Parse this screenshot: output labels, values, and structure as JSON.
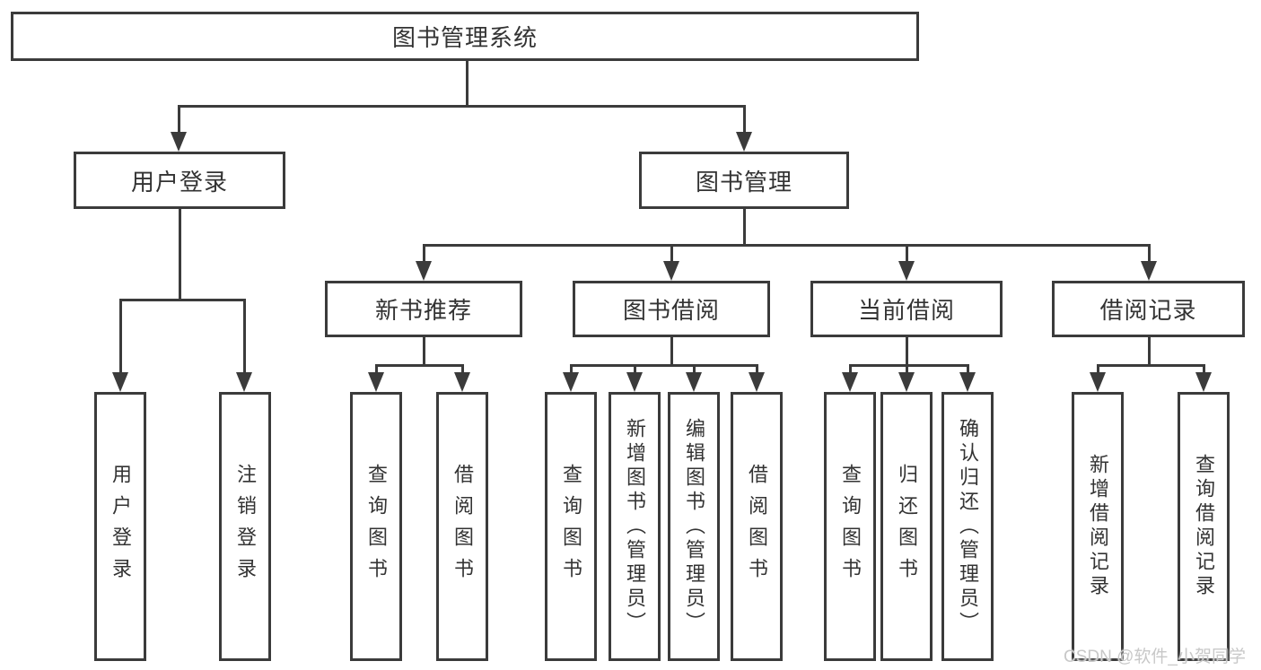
{
  "diagram": {
    "type": "hierarchy-tree",
    "root": {
      "label": "图书管理系统"
    },
    "level2": [
      {
        "label": "用户登录",
        "parent": "图书管理系统"
      },
      {
        "label": "图书管理",
        "parent": "图书管理系统"
      }
    ],
    "level3": [
      {
        "label": "新书推荐",
        "parent": "图书管理"
      },
      {
        "label": "图书借阅",
        "parent": "图书管理"
      },
      {
        "label": "当前借阅",
        "parent": "图书管理"
      },
      {
        "label": "借阅记录",
        "parent": "图书管理"
      }
    ],
    "leaves": [
      {
        "label": "用户登录",
        "parent": "用户登录"
      },
      {
        "label": "注销登录",
        "parent": "用户登录"
      },
      {
        "label": "查询图书",
        "parent": "新书推荐"
      },
      {
        "label": "借阅图书",
        "parent": "新书推荐"
      },
      {
        "label": "查询图书",
        "parent": "图书借阅"
      },
      {
        "label": "新增图书（管理员）",
        "parent": "图书借阅"
      },
      {
        "label": "编辑图书（管理员）",
        "parent": "图书借阅"
      },
      {
        "label": "借阅图书",
        "parent": "图书借阅"
      },
      {
        "label": "查询图书",
        "parent": "当前借阅"
      },
      {
        "label": "归还图书",
        "parent": "当前借阅"
      },
      {
        "label": "确认归还（管理员）",
        "parent": "当前借阅"
      },
      {
        "label": "新增借阅记录",
        "parent": "借阅记录"
      },
      {
        "label": "查询借阅记录",
        "parent": "借阅记录"
      }
    ],
    "colors": {
      "line": "#3b3b3b",
      "text": "#333333",
      "background": "#ffffff",
      "watermark_text_color": "#c8c8c8"
    }
  },
  "watermark": {
    "text": "CSDN @软件_小贺同学"
  }
}
